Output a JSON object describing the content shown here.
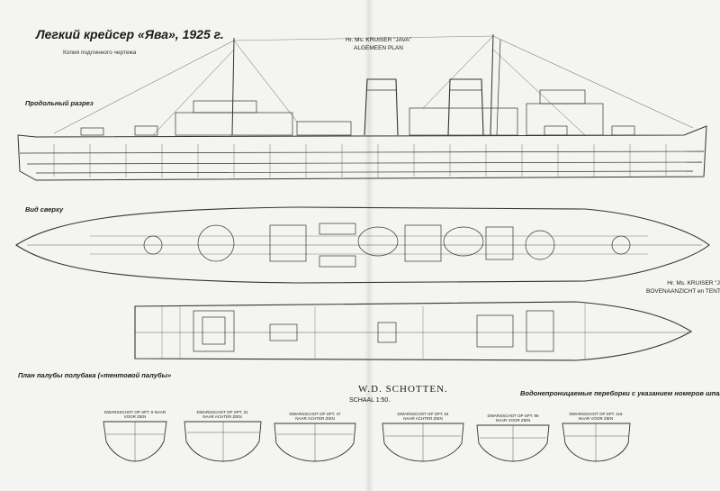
{
  "title": "Легкий крейсер «Ява», 1925 г.",
  "subtitle": "Копия подлинного чертежа",
  "plan_header": {
    "line1": "Hr. Ms. KRUISER \"JAVA\"",
    "line2": "ALGEMEEN PLAN"
  },
  "section_labels": {
    "profile": "Продольный разрез",
    "top_view": "Вид сверху",
    "deck_plan": "План палубы полубака («тентовой палубы»"
  },
  "top_view_header": {
    "line1": "Hr. Ms. KRUISER \"JAVA\"",
    "line2": "BOVENAANZICHT en TENTDEK"
  },
  "bulkheads": {
    "title": "W.D. SCHOTTEN.",
    "scale": "SCHAAL 1:50.",
    "caption": "Водонепроницаемые переборки с указанием номеров шпангоутов",
    "items": [
      {
        "label": "DWARSSCHOT OP SPT. 8 NAAR VOOR ZIEN"
      },
      {
        "label": "DWARSSCHOT OP SPT. 31 NAAR ACHTER ZIEN"
      },
      {
        "label": "DWARSSCHOT OP SPT. 47 NAAR ACHTER ZIEN"
      },
      {
        "label": "DWARSSCHOT OP SPT. 64 NAAR ACHTER ZIEN"
      },
      {
        "label": "DWARSSCHOT OP SPT. 98 NAAR VOOR ZIEN"
      },
      {
        "label": "DWARSSCHOT OP SPT. 116 NAAR VOOR ZIEN"
      }
    ]
  }
}
